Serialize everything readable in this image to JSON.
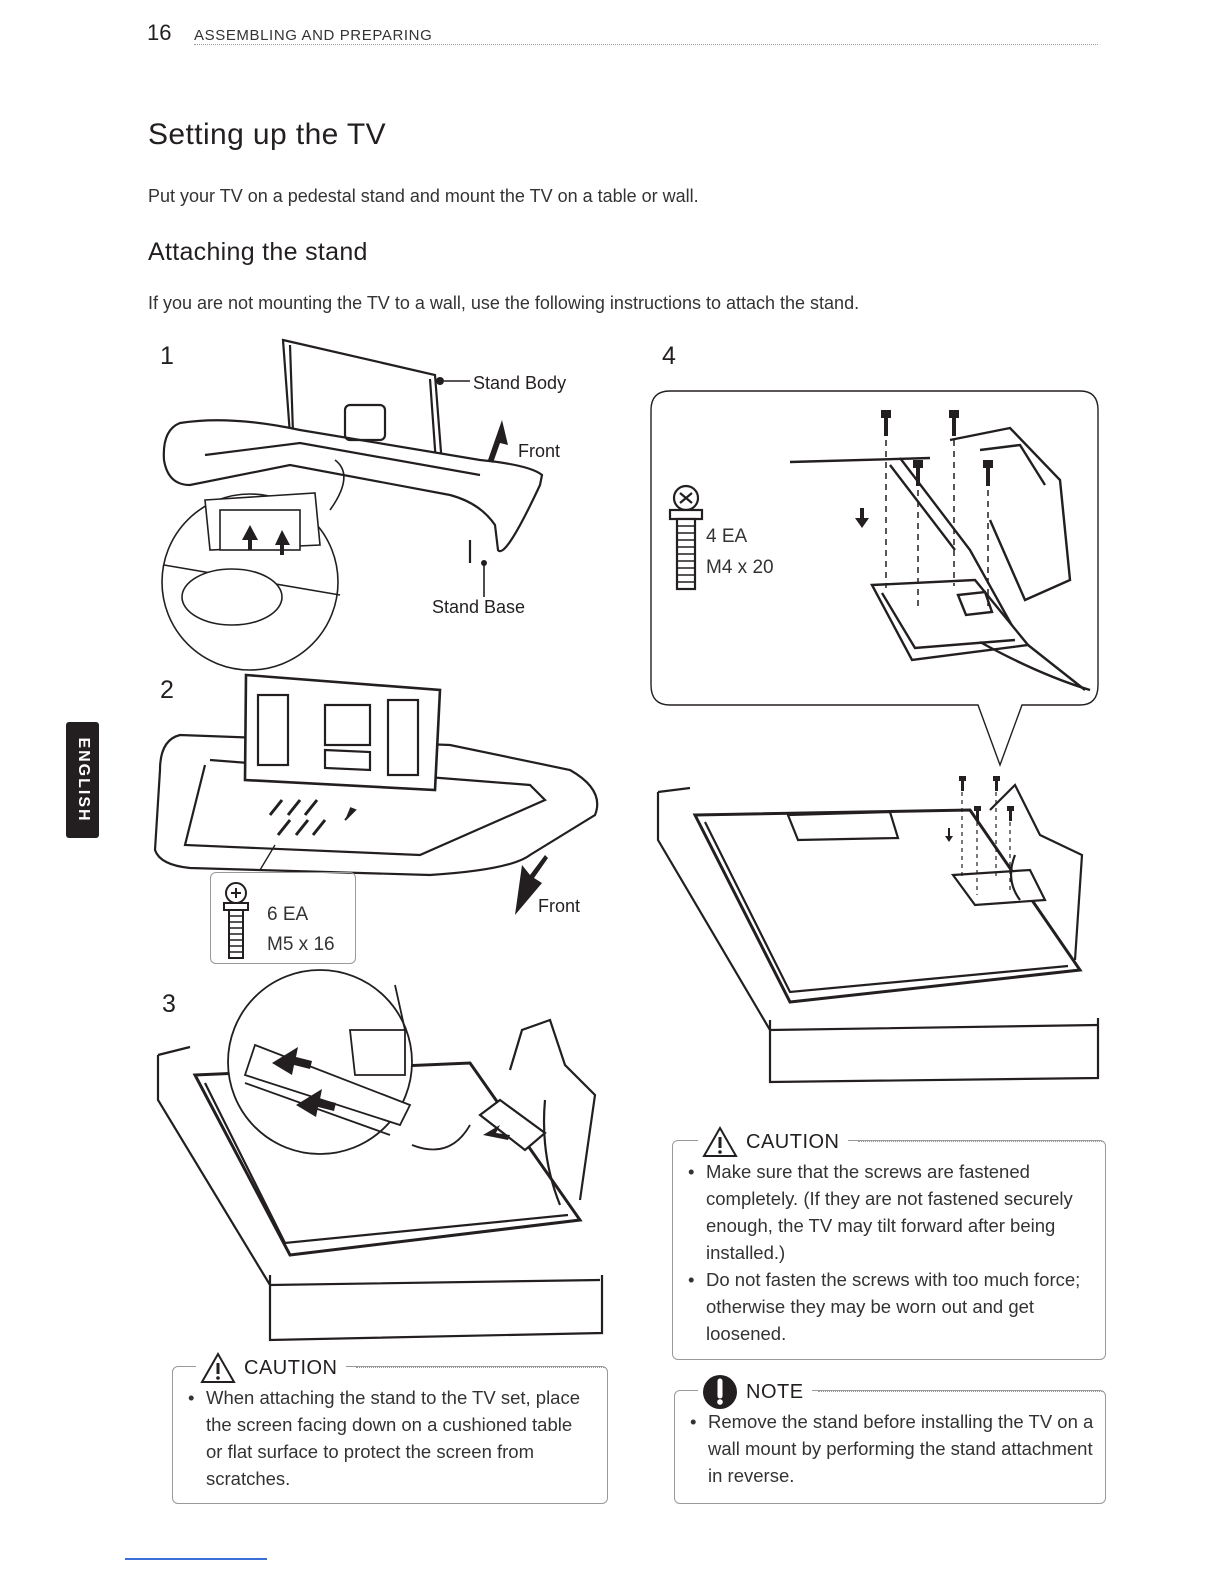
{
  "header": {
    "page_number": "16",
    "section": "ASSEMBLING AND PREPARING"
  },
  "side_tab": "ENGLISH",
  "section_title": "Setting up the TV",
  "intro": "Put your TV on a pedestal stand and mount the TV on a table or wall.",
  "subsection_title": "Attaching the stand",
  "subsection_intro": "If you are not mounting the TV to a wall, use the following instructions to attach the stand.",
  "steps": {
    "s1": {
      "number": "1",
      "label_stand_body": "Stand Body",
      "label_front": "Front",
      "label_stand_base": "Stand Base"
    },
    "s2": {
      "number": "2",
      "screw_qty": "6 EA",
      "screw_size": "M5 x 16",
      "label_front": "Front"
    },
    "s3": {
      "number": "3"
    },
    "s4": {
      "number": "4",
      "screw_qty": "4 EA",
      "screw_size": "M4 x 20"
    }
  },
  "caution_left": {
    "title": "CAUTION",
    "items": [
      "When attaching the stand to the TV set, place the screen facing down on a cushioned table or flat surface to protect the screen from scratches."
    ]
  },
  "caution_right": {
    "title": "CAUTION",
    "items": [
      "Make sure that the screws are fastened completely. (If they are not fastened securely enough, the TV may tilt forward after being installed.)",
      "Do not fasten the screws with too much force; otherwise they may be worn out and get loosened."
    ]
  },
  "note": {
    "title": "NOTE",
    "items": [
      "Remove the stand before installing the TV on a wall mount by performing the stand attachment in reverse."
    ]
  },
  "icons": [
    "warning-triangle-icon",
    "note-exclamation-icon",
    "screw-icon",
    "arrow-icon"
  ]
}
